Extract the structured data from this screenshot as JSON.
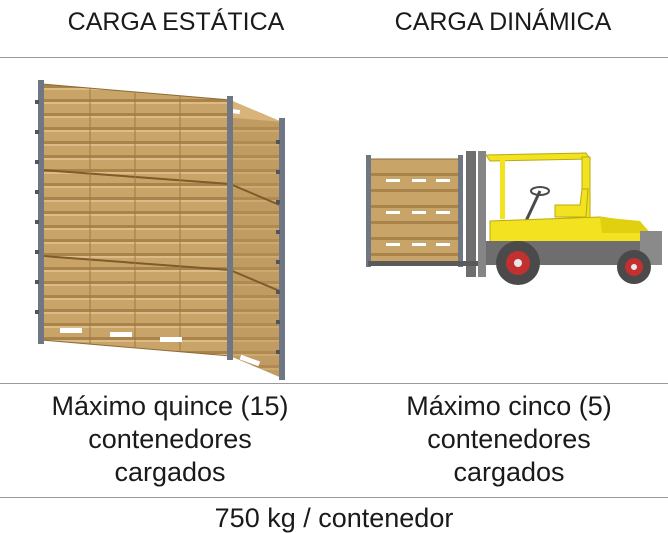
{
  "columns": {
    "static": {
      "title": "CARGA ESTÁTICA",
      "illustration": "stacked-wooden-containers",
      "description": [
        "Máximo quince (15)",
        "contenedores",
        "cargados"
      ]
    },
    "dynamic": {
      "title": "CARGA DINÁMICA",
      "illustration": "forklift-carrying-container",
      "description": [
        "Máximo cinco (5)",
        "contenedores",
        "cargados"
      ]
    }
  },
  "footer": "750 kg / contenedor",
  "colors": {
    "wood": "#c9a468",
    "wood_dark": "#8e6a34",
    "metal": "#707784",
    "forklift_body": "#f2e21f",
    "forklift_frame": "#6e6e6e",
    "tire": "#4a4a4a",
    "hub": "#c23030"
  }
}
